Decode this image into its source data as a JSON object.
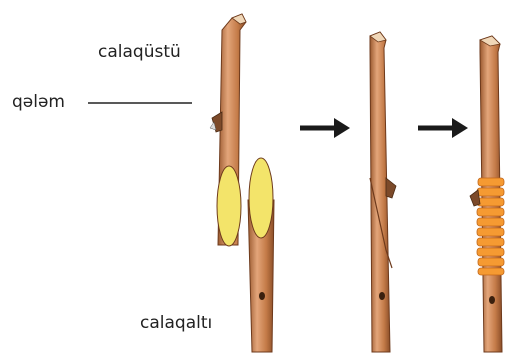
{
  "labels": {
    "scion_top": "calaqüstü",
    "scion": "qələm",
    "rootstock": "calaqaltı"
  },
  "colors": {
    "stem_fill": "#c47b48",
    "stem_shade": "#9b5a30",
    "stem_highlight": "#e3a57a",
    "cut_face": "#f3e46a",
    "wrap": "#f59a32",
    "arrow": "#1a1a1a"
  },
  "icons": [
    "arrow-right-icon",
    "arrow-right-icon"
  ]
}
